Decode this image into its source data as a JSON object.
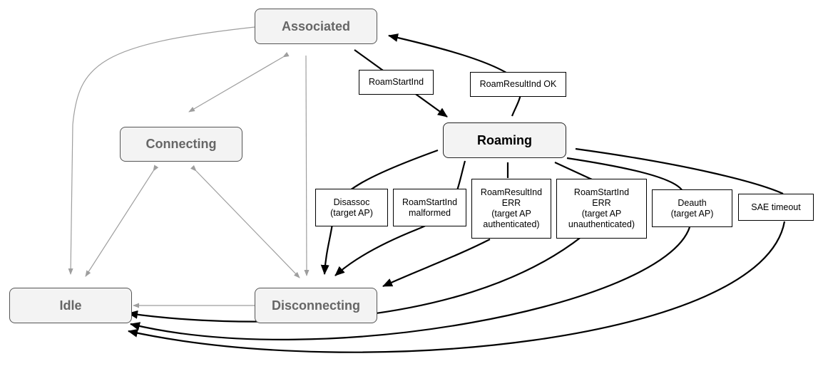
{
  "states": {
    "associated": "Associated",
    "connecting": "Connecting",
    "roaming": "Roaming",
    "idle": "Idle",
    "disconnecting": "Disconnecting"
  },
  "transitions": {
    "roam_start_ind": "RoamStartInd",
    "roam_result_ind_ok": "RoamResultInd OK",
    "disassoc": "Disassoc\n(target AP)",
    "roam_start_ind_malformed": "RoamStartInd\nmalformed",
    "roam_result_ind_err": "RoamResultInd\nERR\n(target AP\nauthenticated)",
    "roam_start_ind_err": "RoamStartInd\nERR\n(target AP\nunauthenticated)",
    "deauth": "Deauth\n(target AP)",
    "sae_timeout": "SAE timeout"
  },
  "colors": {
    "state_fill": "#f3f3f3",
    "inactive_text": "#666666",
    "gray_edge": "#9e9e9e",
    "black_edge": "#000000"
  }
}
